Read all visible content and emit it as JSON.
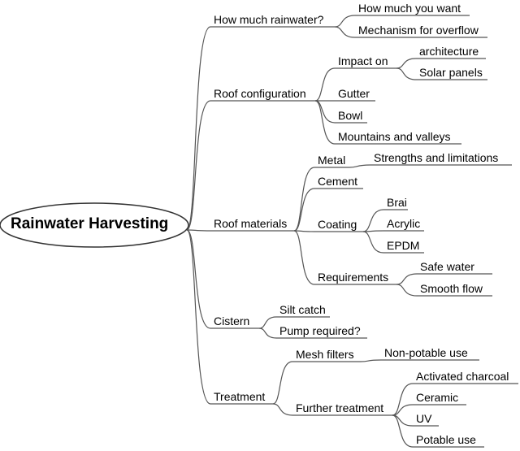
{
  "mindmap": {
    "root": "Rainwater Harvesting",
    "branches": [
      {
        "label": "How much rainwater?",
        "children": [
          {
            "label": "How much you want"
          },
          {
            "label": "Mechanism for overflow"
          }
        ]
      },
      {
        "label": "Roof configuration",
        "children": [
          {
            "label": "Impact on",
            "children": [
              {
                "label": "architecture"
              },
              {
                "label": "Solar panels"
              }
            ]
          },
          {
            "label": "Gutter"
          },
          {
            "label": "Bowl"
          },
          {
            "label": "Mountains and valleys"
          }
        ]
      },
      {
        "label": "Roof materials",
        "children": [
          {
            "label": "Metal",
            "children": [
              {
                "label": "Strengths and limitations"
              }
            ]
          },
          {
            "label": "Cement"
          },
          {
            "label": "Coating",
            "children": [
              {
                "label": "Brai"
              },
              {
                "label": "Acrylic"
              },
              {
                "label": "EPDM"
              }
            ]
          },
          {
            "label": "Requirements",
            "children": [
              {
                "label": "Safe water"
              },
              {
                "label": "Smooth flow"
              }
            ]
          }
        ]
      },
      {
        "label": "Cistern",
        "children": [
          {
            "label": "Silt catch"
          },
          {
            "label": "Pump required?"
          }
        ]
      },
      {
        "label": "Treatment",
        "children": [
          {
            "label": "Mesh filters",
            "children": [
              {
                "label": "Non-potable use"
              }
            ]
          },
          {
            "label": "Further treatment",
            "children": [
              {
                "label": "Activated charcoal"
              },
              {
                "label": "Ceramic"
              },
              {
                "label": "UV"
              },
              {
                "label": "Potable use"
              }
            ]
          }
        ]
      }
    ]
  }
}
